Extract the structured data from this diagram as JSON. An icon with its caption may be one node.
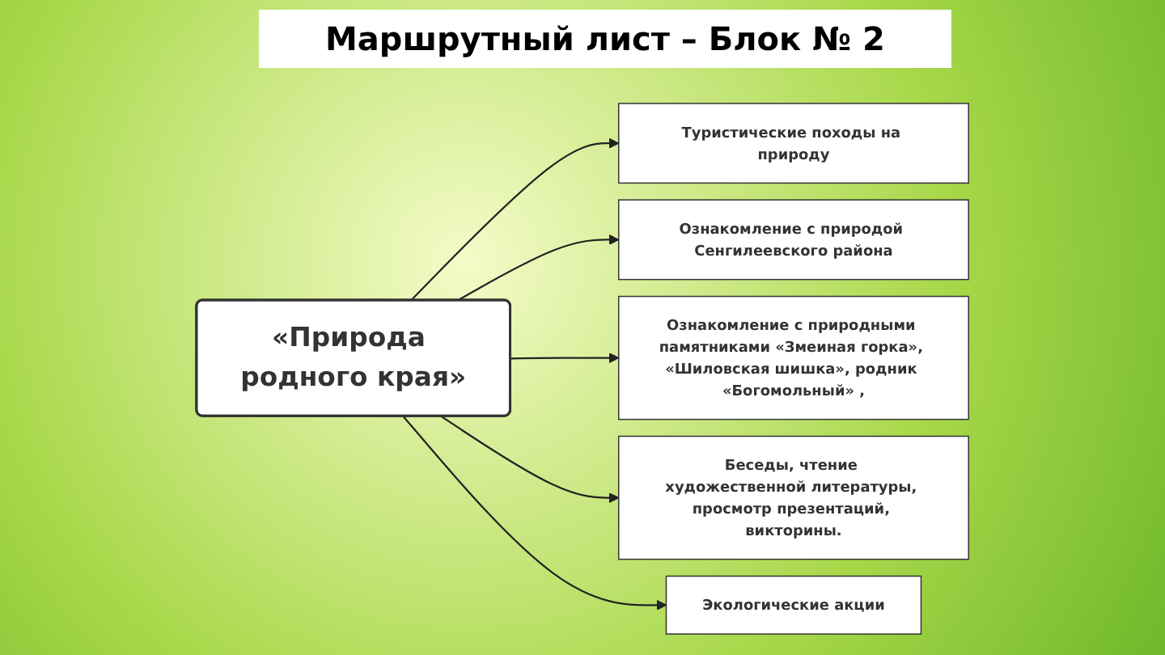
{
  "diagram": {
    "title": "Маршрутный лист – Блок № 2",
    "nodes": [
      {
        "text": [
          "«Природа родного края»"
        ]
      },
      {
        "text": [
          "Туристические походы на природу"
        ]
      },
      {
        "text": [
          "Ознакомление с природой Сенгилеевского района"
        ]
      },
      {
        "text": [
          "Ознакомление с природными памятниками «Змеиная горка», «Шиловская шишка», родник «Богомольный» ,"
        ]
      },
      {
        "text": [
          "Беседы, чтение художественной литературы, просмотр презентаций, викторины."
        ]
      },
      {
        "text": [
          "Экологические акции"
        ]
      }
    ],
    "edges": [
      {
        "from": 0,
        "to": 1,
        "arrow": "to"
      },
      {
        "from": 0,
        "to": 2,
        "arrow": "to"
      },
      {
        "from": 0,
        "to": 3,
        "arrow": "to"
      },
      {
        "from": 0,
        "to": 4,
        "arrow": "to"
      },
      {
        "from": 0,
        "to": 5,
        "arrow": "to"
      }
    ]
  }
}
